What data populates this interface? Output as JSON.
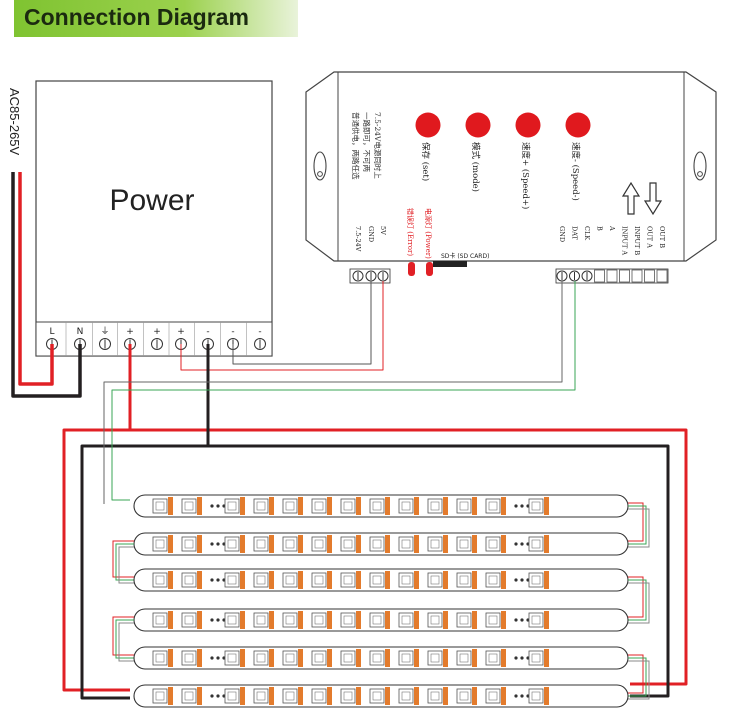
{
  "title": "Connection Diagram",
  "power_supply": {
    "label": "Power",
    "ac_input": "AC85-265V",
    "terminals": [
      "L",
      "N",
      "⏚",
      "+",
      "+",
      "+",
      "-",
      "-",
      "-"
    ]
  },
  "controller": {
    "notes": [
      "普通供电，两路任选",
      "一路即可，不可两",
      "7.5-24V电源同时上"
    ],
    "buttons": [
      {
        "label": "保存 (set)",
        "color": "#e0191e"
      },
      {
        "label": "模式 (mode)",
        "color": "#e0191e"
      },
      {
        "label": "速度+ (Speed+)",
        "color": "#e0191e"
      },
      {
        "label": "速度- (Speed-)",
        "color": "#e0191e"
      }
    ],
    "power_terminals": [
      "7.5-24V",
      "GND",
      "5V"
    ],
    "leds": [
      "错误灯 (Error)",
      "电源灯 (Power)"
    ],
    "sd_label": "SD卡 (SD CARD)",
    "signal_terminals": [
      "GND",
      "DAT",
      "CLK",
      "B",
      "A",
      "INPUT A",
      "INPUT B",
      "OUT A",
      "OUT B"
    ],
    "arrows": [
      "up-arrow-icon",
      "down-arrow-icon"
    ]
  },
  "colors": {
    "title_bar": "#8cc63f",
    "wire_positive": "#e12025",
    "wire_negative": "#231f20",
    "wire_data": "#3aa655",
    "strip_led": "#e37b2c"
  }
}
